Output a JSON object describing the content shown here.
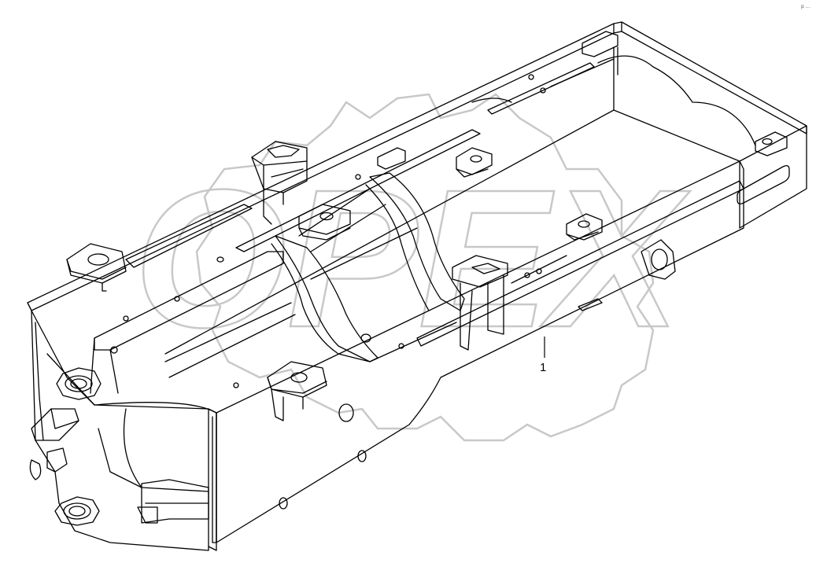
{
  "diagram": {
    "callout": {
      "number": "1"
    },
    "watermark": {
      "text": "OPEX",
      "color": "#c8c8c8"
    },
    "corner_mark": "p ..."
  },
  "colors": {
    "line": "#000000",
    "background": "#ffffff"
  }
}
